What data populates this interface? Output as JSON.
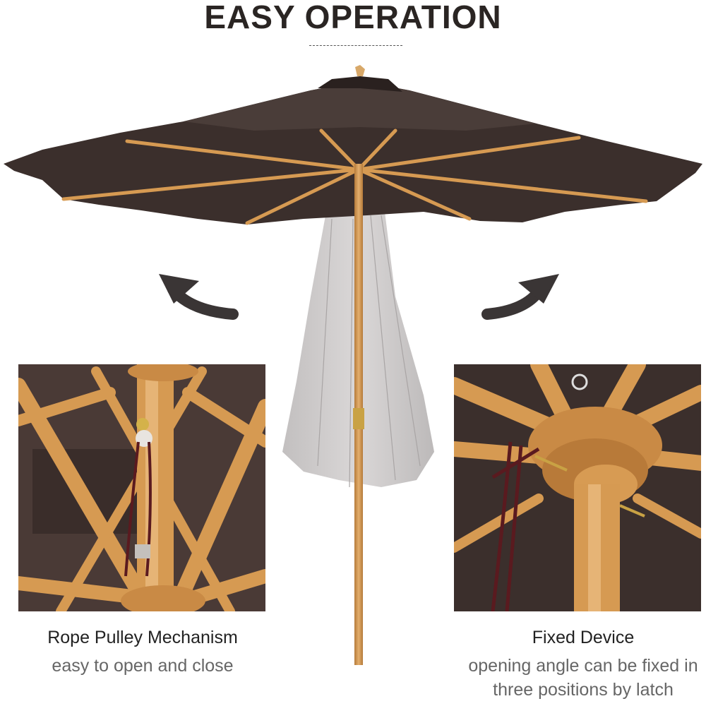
{
  "header": {
    "title": "EASY OPERATION"
  },
  "left_feature": {
    "title": "Rope Pulley Mechanism",
    "subtitle": "easy to open and close"
  },
  "right_feature": {
    "title": "Fixed Device",
    "subtitle_line1": "opening angle can be fixed in",
    "subtitle_line2": "three  positions by latch"
  },
  "colors": {
    "canopy": "#3b2f2c",
    "canopy_shadow": "#2a211f",
    "wood": "#d69a52",
    "wood_dark": "#b57a3a",
    "closed_canopy": "#c9c6c6",
    "arrow": "#3a3535",
    "rope": "#5a1a1f"
  }
}
